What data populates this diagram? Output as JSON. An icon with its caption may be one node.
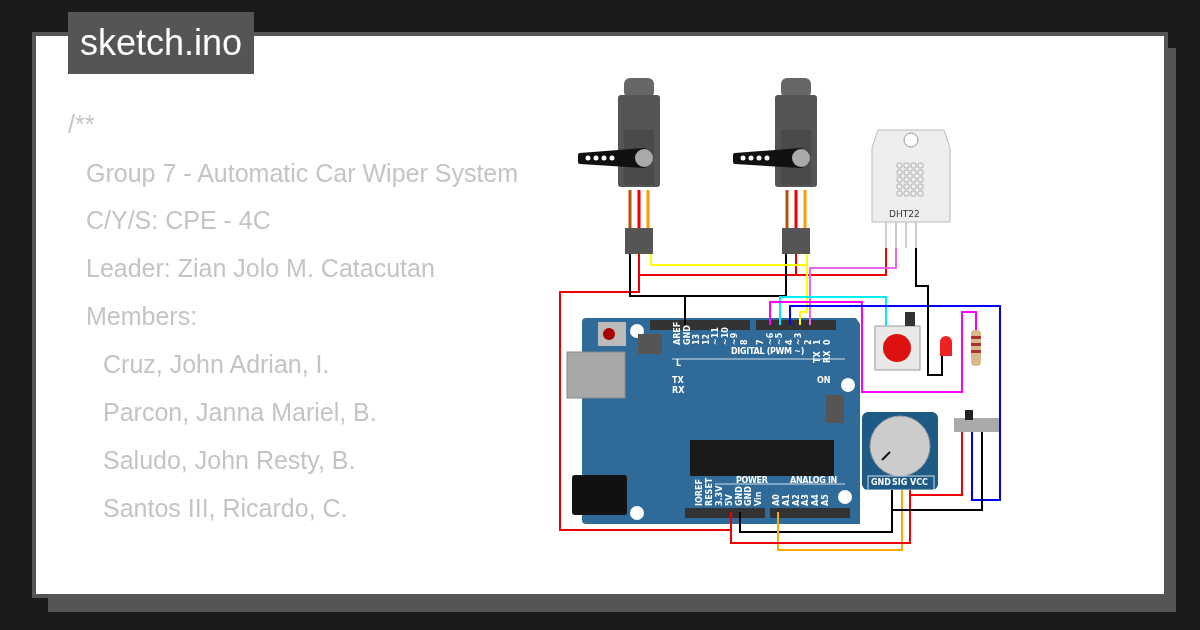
{
  "diagram": {
    "labels": [
      "sketch.ino",
      "/**",
      "Group 7 - Automatic Car Wiper System",
      "C/Y/S: CPE - 4C",
      "Leader: Zian Jolo M. Catacutan",
      "Members:",
      "Cruz, John Adrian, I.",
      "Parcon, Janna Mariel, B.",
      "Saludo, John Resty, B.",
      "Santos III, Ricardo, C.",
      "DHT22",
      "AREF",
      "GND",
      "13",
      "12",
      "~11",
      "~10",
      "~9",
      "8",
      "7",
      "~6",
      "~5",
      "4",
      "~3",
      "2",
      "1",
      "0",
      "DIGITAL (PWM ~)",
      "TX",
      "RX",
      "L",
      "TX",
      "RX",
      "ON",
      "IOREF",
      "RESET",
      "3.3V",
      "5V",
      "GND",
      "GND",
      "Vin",
      "POWER",
      "ANALOG IN",
      "A0",
      "A1",
      "A2",
      "A3",
      "A4",
      "A5",
      "GND",
      "SIG",
      "VCC"
    ]
  }
}
